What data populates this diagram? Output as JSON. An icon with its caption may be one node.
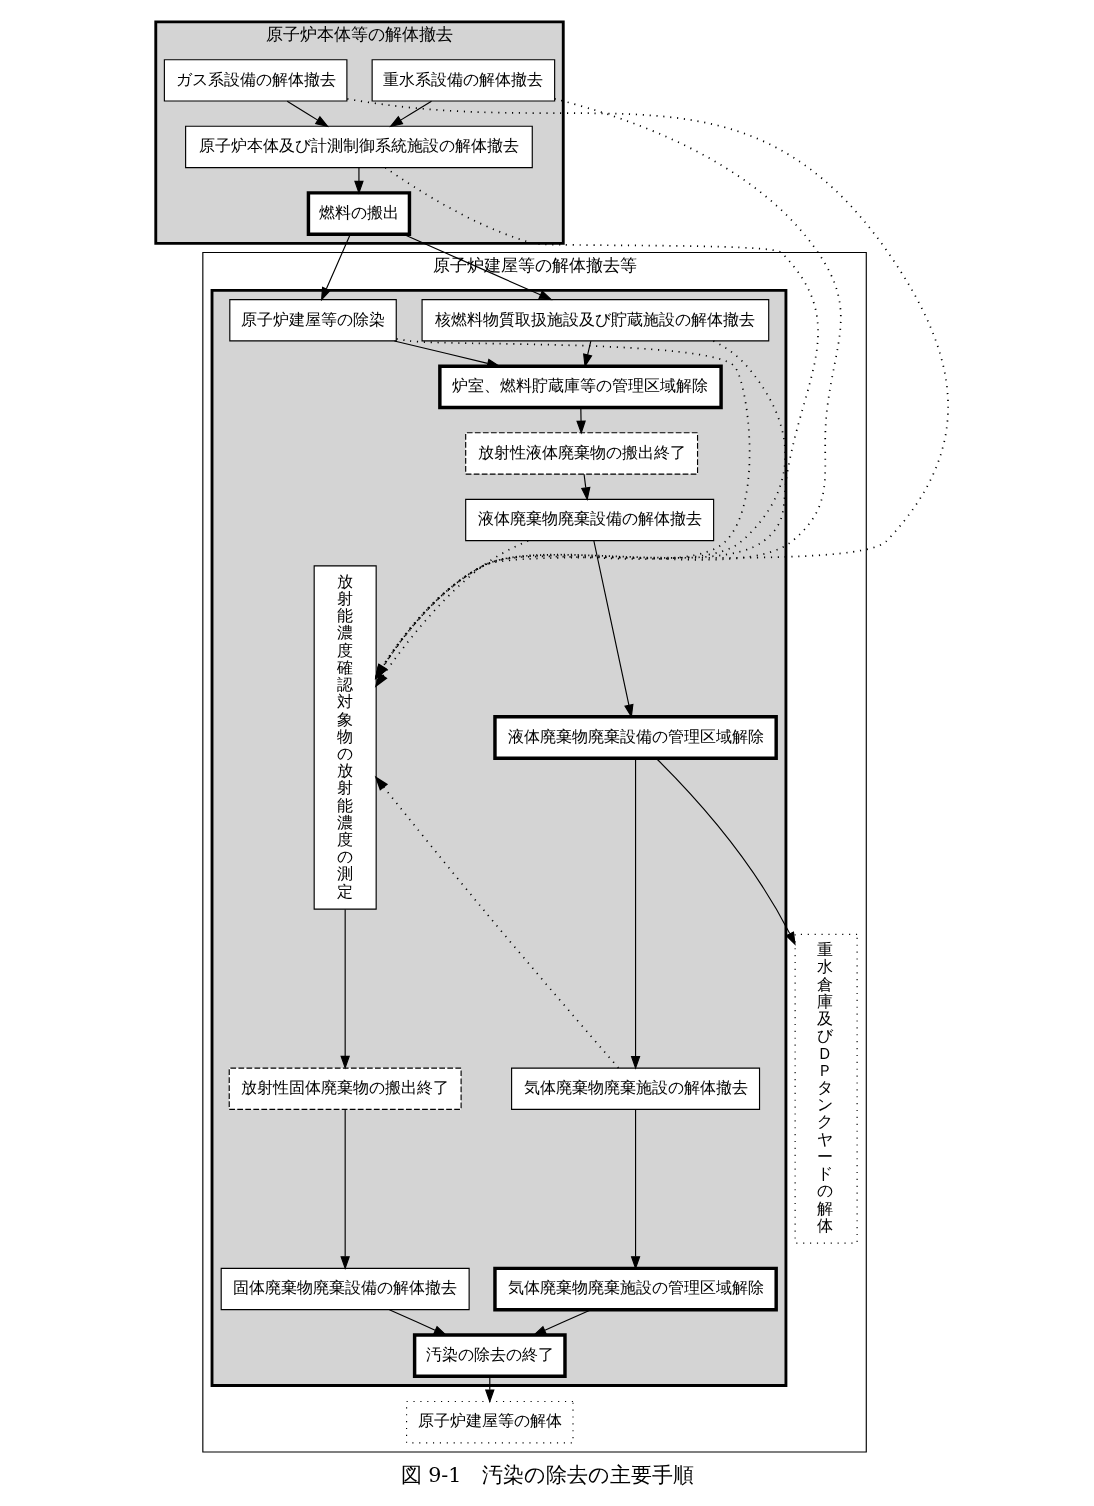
{
  "diagram": {
    "caption": "図 9-1　汚染の除去の主要手順",
    "nodes": [
      {
        "text": [
          "原子炉本体等の解体撤去"
        ]
      },
      {
        "text": [
          "重水系設備の解体撤去"
        ],
        "in": 0
      },
      {
        "text": [
          "ガス系設備の解体撤去"
        ],
        "in": 0
      },
      {
        "text": [
          "原子炉本体及び計測制御系統施設の解体撤去"
        ],
        "in": 0
      },
      {
        "text": [
          "燃料の搬出"
        ],
        "in": 0
      },
      {
        "text": [
          "原子炉建屋等の解体撤去等"
        ]
      },
      {
        "text": [],
        "shape": "box",
        "in": 5
      },
      {
        "text": [
          "核燃料物質取扱施設及び貯蔵施設の解体撤去"
        ],
        "in": 6
      },
      {
        "text": [
          "原子炉建屋等の除染"
        ],
        "in": 6
      },
      {
        "text": [
          "炉室、燃料貯蔵庫等の管理区域解除"
        ],
        "in": 6
      },
      {
        "text": [
          "放射性液体廃棄物の搬出終了"
        ],
        "in": 6
      },
      {
        "text": [
          "液体廃棄物廃棄設備の解体撤去"
        ],
        "in": 6
      },
      {
        "text": [
          "液体廃棄物廃棄設備の管理区域解除"
        ],
        "in": 6
      },
      {
        "text": [
          "気体廃棄物廃棄施設の解体撤去"
        ],
        "in": 6
      },
      {
        "text": [
          "気体廃棄物廃棄施設の管理区域解除"
        ],
        "in": 6
      },
      {
        "text": [
          "放射能濃度確認対象物の放射能濃度の測定"
        ],
        "in": 6
      },
      {
        "text": [
          "放射性固体廃棄物の搬出終了"
        ],
        "in": 6
      },
      {
        "text": [
          "固体廃棄物廃棄設備の解体撤去"
        ],
        "in": 6
      },
      {
        "text": [
          "汚染の除去の終了"
        ],
        "in": 6
      },
      {
        "text": [
          "重水倉庫及びＤＰタンクヤードの解体"
        ],
        "in": 5
      },
      {
        "text": [
          "原子炉建屋等の解体"
        ],
        "in": 5
      }
    ],
    "edges": [
      {
        "from": 1,
        "to": 3,
        "arrow": "to"
      },
      {
        "from": 2,
        "to": 3,
        "arrow": "to"
      },
      {
        "from": 3,
        "to": 4,
        "arrow": "to"
      },
      {
        "from": 4,
        "to": 7,
        "arrow": "to"
      },
      {
        "from": 4,
        "to": 8,
        "arrow": "to"
      },
      {
        "from": 1,
        "to": 15,
        "arrow": "none",
        "style": "dashed"
      },
      {
        "from": 2,
        "to": 15,
        "arrow": "to",
        "style": "dashed"
      },
      {
        "from": 3,
        "to": 15,
        "arrow": "to",
        "style": "dashed"
      },
      {
        "from": 7,
        "to": 15,
        "arrow": "to",
        "style": "dashed"
      },
      {
        "from": 8,
        "to": 15,
        "arrow": "to",
        "style": "dashed"
      },
      {
        "from": 7,
        "to": 9,
        "arrow": "to"
      },
      {
        "from": 8,
        "to": 9,
        "arrow": "to"
      },
      {
        "from": 9,
        "to": 10,
        "arrow": "to"
      },
      {
        "from": 10,
        "to": 11,
        "arrow": "to"
      },
      {
        "from": 11,
        "to": 15,
        "arrow": "to",
        "style": "dashed"
      },
      {
        "from": 11,
        "to": 12,
        "arrow": "to"
      },
      {
        "from": 12,
        "to": 19,
        "arrow": "to"
      },
      {
        "from": 12,
        "to": 13,
        "arrow": "to"
      },
      {
        "from": 13,
        "to": 15,
        "arrow": "to",
        "style": "dashed"
      },
      {
        "from": 13,
        "to": 14,
        "arrow": "to"
      },
      {
        "from": 15,
        "to": 16,
        "arrow": "to"
      },
      {
        "from": 16,
        "to": 17,
        "arrow": "to"
      },
      {
        "from": 14,
        "to": 18,
        "arrow": "to"
      },
      {
        "from": 17,
        "to": 18,
        "arrow": "to"
      },
      {
        "from": 18,
        "to": 20,
        "arrow": "to"
      }
    ]
  }
}
